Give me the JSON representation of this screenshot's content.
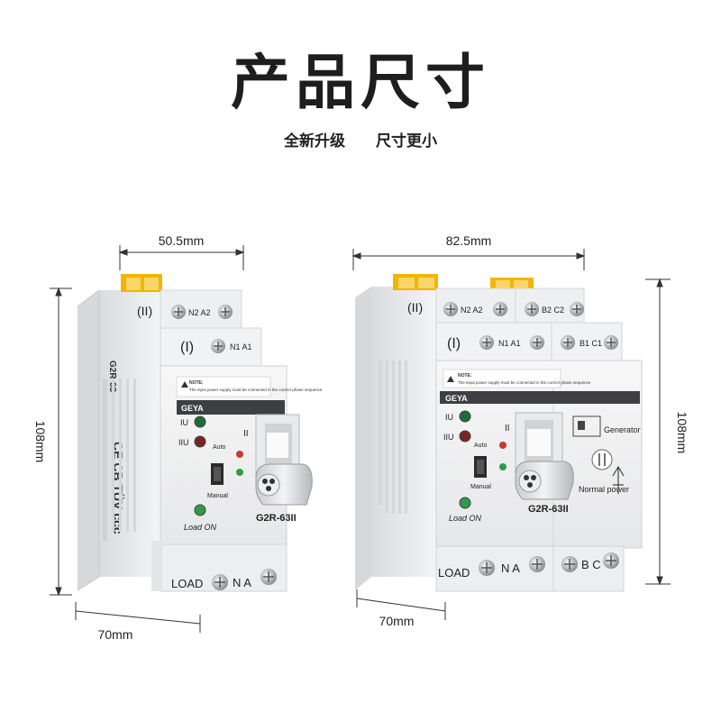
{
  "header": {
    "title": "产品尺寸",
    "subtitle_left": "全新升级",
    "subtitle_right": "尺寸更小"
  },
  "left_device": {
    "width_top": "50.5mm",
    "height": "108mm",
    "depth": "70mm",
    "brand": "GEYA",
    "model": "G2R-63II",
    "side_model": "G2R-63",
    "terminal_top": "N2 A2",
    "terminal_top_roman": "(II)",
    "terminal_mid": "N1 A1",
    "terminal_mid_roman": "(I)",
    "terminal_bottom": "N A",
    "load_label": "LOAD",
    "ind_1": "IU",
    "ind_2": "IIU",
    "auto_label": "Auto",
    "manual_label": "Manual",
    "load_on_label": "Load ON",
    "switch_roman": "II",
    "note_title": "NOTE:",
    "note_text": "The input power supply must be connected in the correct phase sequence",
    "side_marks": "CE CB TÜV ccc"
  },
  "right_device": {
    "width_top": "82.5mm",
    "height": "108mm",
    "depth": "70mm",
    "brand": "GEYA",
    "model": "G2R-63II",
    "terminal_top": "N2 A2",
    "terminal_top2": "B2 C2",
    "terminal_top_roman": "(II)",
    "terminal_mid": "N1 A1",
    "terminal_mid2": "B1 C1",
    "terminal_mid_roman": "(I)",
    "terminal_bottom": "N A",
    "terminal_bottom2": "B C",
    "load_label": "LOAD",
    "ind_1": "IU",
    "ind_2": "IIU",
    "auto_label": "Auto",
    "manual_label": "Manual",
    "load_on_label": "Load ON",
    "switch_roman": "II",
    "generator_label": "Generator",
    "normal_power_label": "Normal power",
    "note_title": "NOTE:",
    "note_text": "The input power supply must be connected in the correct phase sequence"
  },
  "colors": {
    "body": "#e9eaeb",
    "face": "#f4f4f5",
    "shadow": "#cfd1d3",
    "yellow": "#f4b400",
    "dark": "#3a3a3a",
    "green": "#2f9b4a",
    "red": "#c83a2e"
  }
}
